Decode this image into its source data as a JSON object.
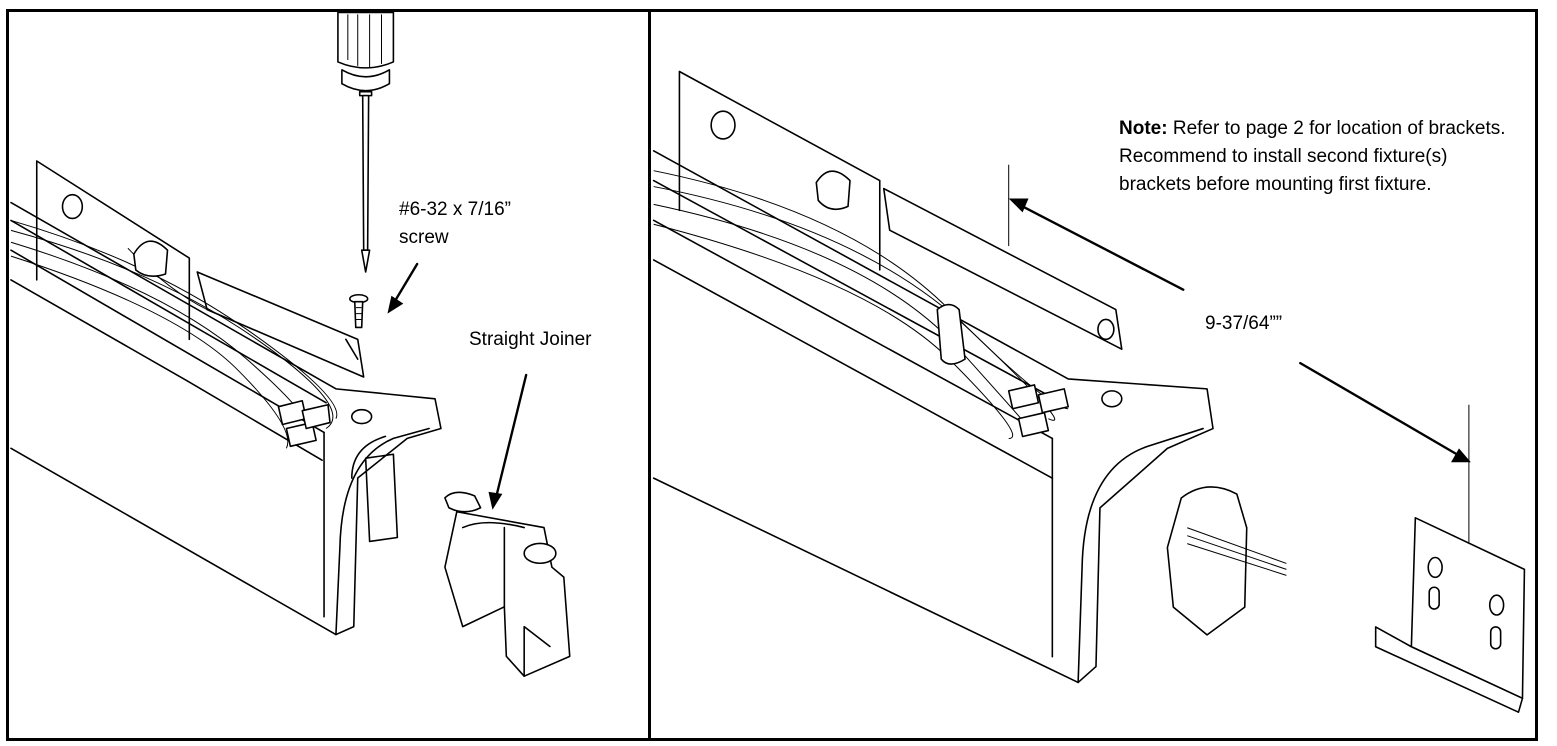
{
  "left_panel": {
    "screw_label_line1": "#6-32 x 7/16”",
    "screw_label_line2": "screw",
    "joiner_label": "Straight Joiner"
  },
  "right_panel": {
    "note_bold": "Note:",
    "note_text": " Refer to page 2 for location of brackets. Recommend to install second fixture(s) brackets before mounting first fixture.",
    "dimension_label": "9-37/64””"
  }
}
